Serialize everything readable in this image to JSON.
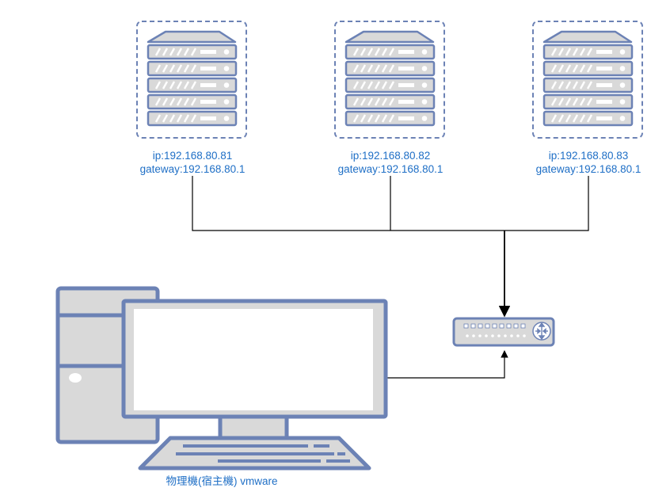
{
  "servers": [
    {
      "ip_label": "ip:192.168.80.81",
      "gateway_label": "gateway:192.168.80.1"
    },
    {
      "ip_label": "ip:192.168.80.82",
      "gateway_label": "gateway:192.168.80.1"
    },
    {
      "ip_label": "ip:192.168.80.83",
      "gateway_label": "gateway:192.168.80.1"
    }
  ],
  "host": {
    "label": "物理機(宿主機) vmware"
  },
  "colors": {
    "device_stroke": "#6c82b5",
    "device_fill": "#d9d9d9",
    "connector": "#000000",
    "label_text": "#1f6fc6"
  },
  "icons": {
    "server": "server-rack-icon",
    "switch": "network-switch-icon",
    "host": "desktop-computer-icon"
  }
}
